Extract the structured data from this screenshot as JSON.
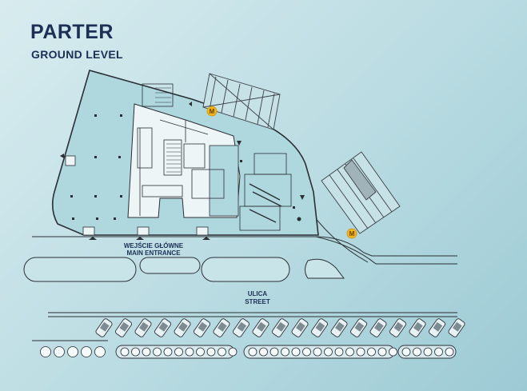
{
  "header": {
    "title": "PARTER",
    "subtitle": "GROUND LEVEL"
  },
  "labels": {
    "entrance_pl": "WEJŚCIE GŁÓWNE",
    "entrance_en": "MAIN ENTRANCE",
    "street_pl": "ULICA",
    "street_en": "STREET"
  },
  "metro_symbol": "M",
  "colors": {
    "title": "#1c2f55",
    "floor_fill": "#aed8de",
    "line": "#2a2f35",
    "metro": "#f2b619"
  }
}
